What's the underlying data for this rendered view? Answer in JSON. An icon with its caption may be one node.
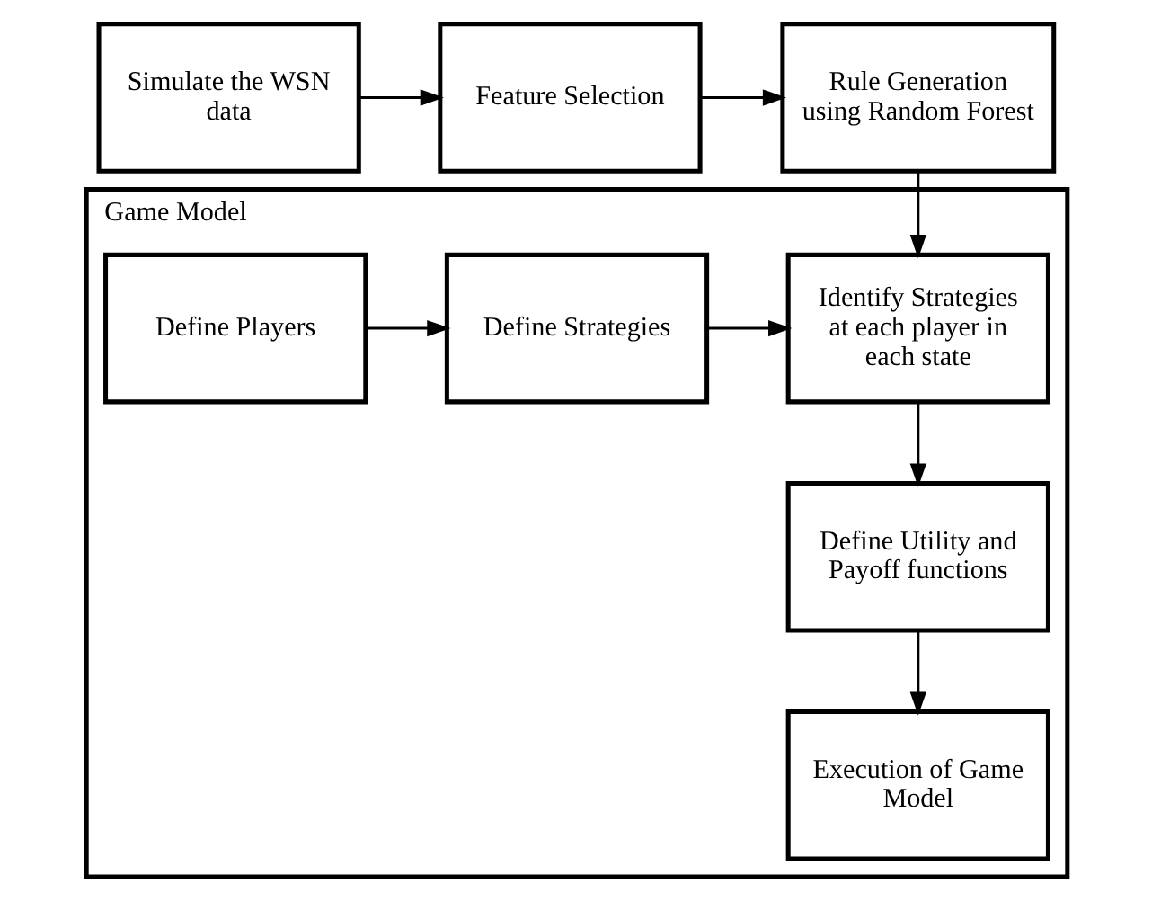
{
  "diagram": {
    "nodes": [
      {
        "text": [
          "Simulate the WSN data"
        ]
      },
      {
        "text": [
          "Feature Selection"
        ]
      },
      {
        "text": [
          "Rule Generation using Random Forest"
        ]
      },
      {
        "text": [
          "Game Model"
        ]
      },
      {
        "text": [
          "Define Players"
        ],
        "in": 3
      },
      {
        "text": [
          "Define Strategies"
        ],
        "in": 3
      },
      {
        "text": [
          "Identify Strategies at each player in each state"
        ],
        "in": 3
      },
      {
        "text": [
          "Define Utility and Payoff functions"
        ],
        "in": 3
      },
      {
        "text": [
          "Execution of Game Model"
        ],
        "in": 3
      }
    ],
    "edges": [
      {
        "from": 0,
        "to": 1,
        "arrow": "to"
      },
      {
        "from": 1,
        "to": 2,
        "arrow": "to"
      },
      {
        "from": 2,
        "to": 6,
        "arrow": "to"
      },
      {
        "from": 4,
        "to": 5,
        "arrow": "to"
      },
      {
        "from": 5,
        "to": 6,
        "arrow": "to"
      },
      {
        "from": 6,
        "to": 7,
        "arrow": "to"
      },
      {
        "from": 7,
        "to": 8,
        "arrow": "to"
      }
    ]
  }
}
